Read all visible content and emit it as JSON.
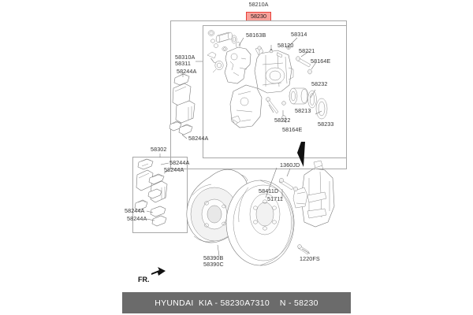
{
  "diagram": {
    "title_label_top": "58210A",
    "title_label_highlight": "58230",
    "orientation_marker": "FR.",
    "highlight_color": "#f9a19a",
    "highlight_border_color": "#e8403a"
  },
  "caption": {
    "text": "HYUNDAI  KIA - 58230A7310    N - 58230",
    "background": "#6b6b6b",
    "color": "#ffffff"
  },
  "upper_assembly": {
    "labels": [
      {
        "id": "label-58310a-58311",
        "text": "58310A\n58311"
      },
      {
        "id": "label-58244a-upper-left",
        "text": "58244A"
      },
      {
        "id": "label-58244a-lower-left",
        "text": "58244A"
      },
      {
        "id": "label-58163b",
        "text": "58163B"
      },
      {
        "id": "label-58314",
        "text": "58314"
      },
      {
        "id": "label-58120",
        "text": "58120"
      },
      {
        "id": "label-58221",
        "text": "58221"
      },
      {
        "id": "label-58164e-right",
        "text": "58164E"
      },
      {
        "id": "label-58232",
        "text": "58232"
      },
      {
        "id": "label-58213",
        "text": "58213"
      },
      {
        "id": "label-58233",
        "text": "58233"
      },
      {
        "id": "label-58222",
        "text": "58222"
      },
      {
        "id": "label-58164e-bottom",
        "text": "58164E"
      }
    ]
  },
  "lower_assembly": {
    "labels": [
      {
        "id": "label-58302",
        "text": "58302"
      },
      {
        "id": "label-58244a-kit-1",
        "text": "58244A"
      },
      {
        "id": "label-58244a-kit-2",
        "text": "58244A"
      },
      {
        "id": "label-58244a-kit-3",
        "text": "58244A"
      },
      {
        "id": "label-58244a-kit-4",
        "text": "58244A"
      },
      {
        "id": "label-1360jd",
        "text": "1360JD"
      },
      {
        "id": "label-51711",
        "text": "51711"
      },
      {
        "id": "label-58411d",
        "text": "58411D"
      },
      {
        "id": "label-58390b-58390c",
        "text": "58390B\n58390C"
      },
      {
        "id": "label-1220fs",
        "text": "1220FS"
      }
    ]
  }
}
